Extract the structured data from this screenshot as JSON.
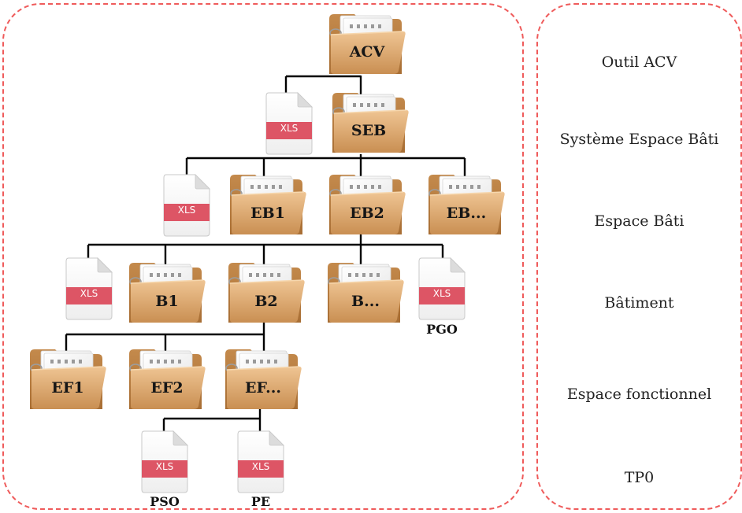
{
  "levels": [
    "Outil ACV",
    "Système Espace Bâti",
    "Espace Bâti",
    "Bâtiment",
    "Espace fonctionnel",
    "TP0"
  ],
  "folders": {
    "acv": "ACV",
    "seb": "SEB",
    "eb1": "EB1",
    "eb2": "EB2",
    "eb_more": "EB...",
    "b1": "B1",
    "b2": "B2",
    "b_more": "B...",
    "ef1": "EF1",
    "ef2": "EF2",
    "ef_more": "EF..."
  },
  "file_type": "XLS",
  "file_captions": {
    "pgo": "PGO",
    "pso": "PSO",
    "pe": "PE"
  },
  "colors": {
    "border": "#ef5b5b",
    "folder": "#d9a066",
    "xls_band": "#dd5565",
    "connector": "#000000"
  },
  "icons": {
    "folder": "folder-icon",
    "file": "xls-file-icon"
  }
}
